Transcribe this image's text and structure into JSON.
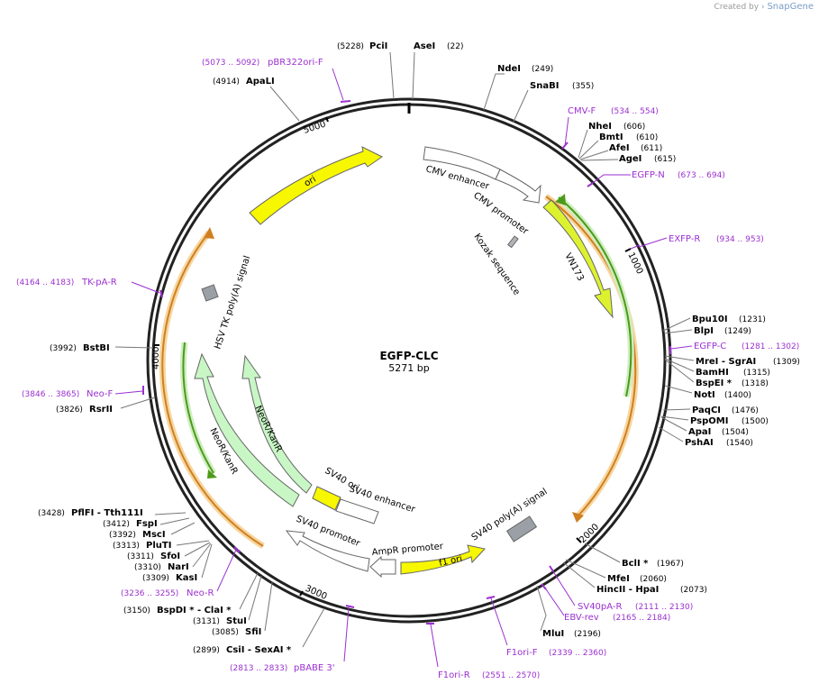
{
  "brand": {
    "created_by": "Created by",
    "name": "SnapGene"
  },
  "plasmid": {
    "name": "EGFP-CLC",
    "size_label": "5271 bp",
    "length": 5271
  },
  "ticks": [
    {
      "pos": 1000,
      "label": "1000"
    },
    {
      "pos": 2000,
      "label": "2000"
    },
    {
      "pos": 3000,
      "label": "3000"
    },
    {
      "pos": 4000,
      "label": "4000"
    },
    {
      "pos": 5000,
      "label": "5000"
    }
  ],
  "sites_right": [
    {
      "name": "NdeI",
      "pos": "(249)",
      "at": 249
    },
    {
      "name": "SnaBI",
      "pos": "(355)",
      "at": 355
    },
    {
      "name": "NheI",
      "pos": "(606)",
      "at": 606
    },
    {
      "name": "BmtI",
      "pos": "(610)",
      "at": 610
    },
    {
      "name": "AfeI",
      "pos": "(611)",
      "at": 611
    },
    {
      "name": "AgeI",
      "pos": "(615)",
      "at": 615
    },
    {
      "name": "Bpu10I",
      "pos": "(1231)",
      "at": 1231
    },
    {
      "name": "BlpI",
      "pos": "(1249)",
      "at": 1249
    },
    {
      "name": "MreI  - SgrAI",
      "pos": "(1309)",
      "at": 1309
    },
    {
      "name": "BamHI",
      "pos": "(1315)",
      "at": 1315
    },
    {
      "name": "BspEI *",
      "pos": "(1318)",
      "at": 1318
    },
    {
      "name": "NotI",
      "pos": "(1400)",
      "at": 1400
    },
    {
      "name": "PaqCI",
      "pos": "(1476)",
      "at": 1476
    },
    {
      "name": "PspOMI",
      "pos": "(1500)",
      "at": 1500
    },
    {
      "name": "ApaI",
      "pos": "(1504)",
      "at": 1504
    },
    {
      "name": "PshAI",
      "pos": "(1540)",
      "at": 1540
    },
    {
      "name": "BclI *",
      "pos": "(1967)",
      "at": 1967
    },
    {
      "name": "MfeI",
      "pos": "(2060)",
      "at": 2060
    },
    {
      "name": "HincII  - HpaI",
      "pos": "(2073)",
      "at": 2073
    },
    {
      "name": "MluI",
      "pos": "(2196)",
      "at": 2196
    }
  ],
  "sites_left": [
    {
      "name": "PciI",
      "pos": "(5228)",
      "at": 5228
    },
    {
      "name": "AseI",
      "pos": "(22)",
      "at": 22
    },
    {
      "name": "ApaLI",
      "pos": "(4914)",
      "at": 4914
    },
    {
      "name": "BstBI",
      "pos": "(3992)",
      "at": 3992
    },
    {
      "name": "RsrII",
      "pos": "(3826)",
      "at": 3826
    },
    {
      "name": "PflFI  - Tth111I",
      "pos": "(3428)",
      "at": 3428
    },
    {
      "name": "FspI",
      "pos": "(3412)",
      "at": 3412
    },
    {
      "name": "MscI",
      "pos": "(3392)",
      "at": 3392
    },
    {
      "name": "PluTI",
      "pos": "(3313)",
      "at": 3313
    },
    {
      "name": "SfoI",
      "pos": "(3311)",
      "at": 3311
    },
    {
      "name": "NarI",
      "pos": "(3310)",
      "at": 3310
    },
    {
      "name": "KasI",
      "pos": "(3309)",
      "at": 3309
    },
    {
      "name": "BspDI *  - ClaI *",
      "pos": "(3150)",
      "at": 3150
    },
    {
      "name": "StuI",
      "pos": "(3131)",
      "at": 3131
    },
    {
      "name": "SfiI",
      "pos": "(3085)",
      "at": 3085
    },
    {
      "name": "CsiI  - SexAI *",
      "pos": "(2899)",
      "at": 2899
    }
  ],
  "primers": [
    {
      "name": "pBR322ori-F",
      "range": "(5073 .. 5092)",
      "at": 5082
    },
    {
      "name": "CMV-F",
      "range": "(534 .. 554)",
      "at": 544
    },
    {
      "name": "EGFP-N",
      "range": "(673 .. 694)",
      "at": 683
    },
    {
      "name": "EXFP-R",
      "range": "(934 .. 953)",
      "at": 943
    },
    {
      "name": "EGFP-C",
      "range": "(1281 .. 1302)",
      "at": 1291
    },
    {
      "name": "SV40pA-R",
      "range": "(2111 .. 2130)",
      "at": 2120
    },
    {
      "name": "EBV-rev",
      "range": "(2165 .. 2184)",
      "at": 2174
    },
    {
      "name": "F1ori-F",
      "range": "(2339 .. 2360)",
      "at": 2349
    },
    {
      "name": "F1ori-R",
      "range": "(2551 .. 2570)",
      "at": 2560
    },
    {
      "name": "pBABE 3'",
      "range": "(2813 .. 2833)",
      "at": 2823
    },
    {
      "name": "Neo-R",
      "range": "(3236 .. 3255)",
      "at": 3245
    },
    {
      "name": "Neo-F",
      "range": "(3846 .. 3865)",
      "at": 3855
    },
    {
      "name": "TK-pA-R",
      "range": "(4164 .. 4183)",
      "at": 4173
    }
  ],
  "features": [
    {
      "name": "CMV enhancer",
      "color": "#ffffff"
    },
    {
      "name": "CMV promoter",
      "color": "#ffffff"
    },
    {
      "name": "Kozak sequence",
      "color": "#b0b4b8"
    },
    {
      "name": "VN173",
      "color": "#ddf22e"
    },
    {
      "name": "SV40 poly(A) signal",
      "color": "#9aa0a6"
    },
    {
      "name": "f1 ori",
      "color": "#f7f700"
    },
    {
      "name": "AmpR promoter",
      "color": "#ffffff"
    },
    {
      "name": "SV40 promoter",
      "color": "#ffffff"
    },
    {
      "name": "SV40 ori",
      "color": "#f7f700"
    },
    {
      "name": "SV40 enhancer",
      "color": "#ffffff"
    },
    {
      "name": "NeoR/KanR",
      "color": "#c8f7c5"
    },
    {
      "name": "NeoR/KanR",
      "color": "#c8f7c5"
    },
    {
      "name": "HSV TK poly(A) signal",
      "color": "#9aa0a6"
    },
    {
      "name": "ori",
      "color": "#f7f700"
    }
  ],
  "colors": {
    "primer": "#9b30d0",
    "orf_orange": "#f0a030",
    "orf_green": "#4c9a1a",
    "backbone": "#222222"
  }
}
